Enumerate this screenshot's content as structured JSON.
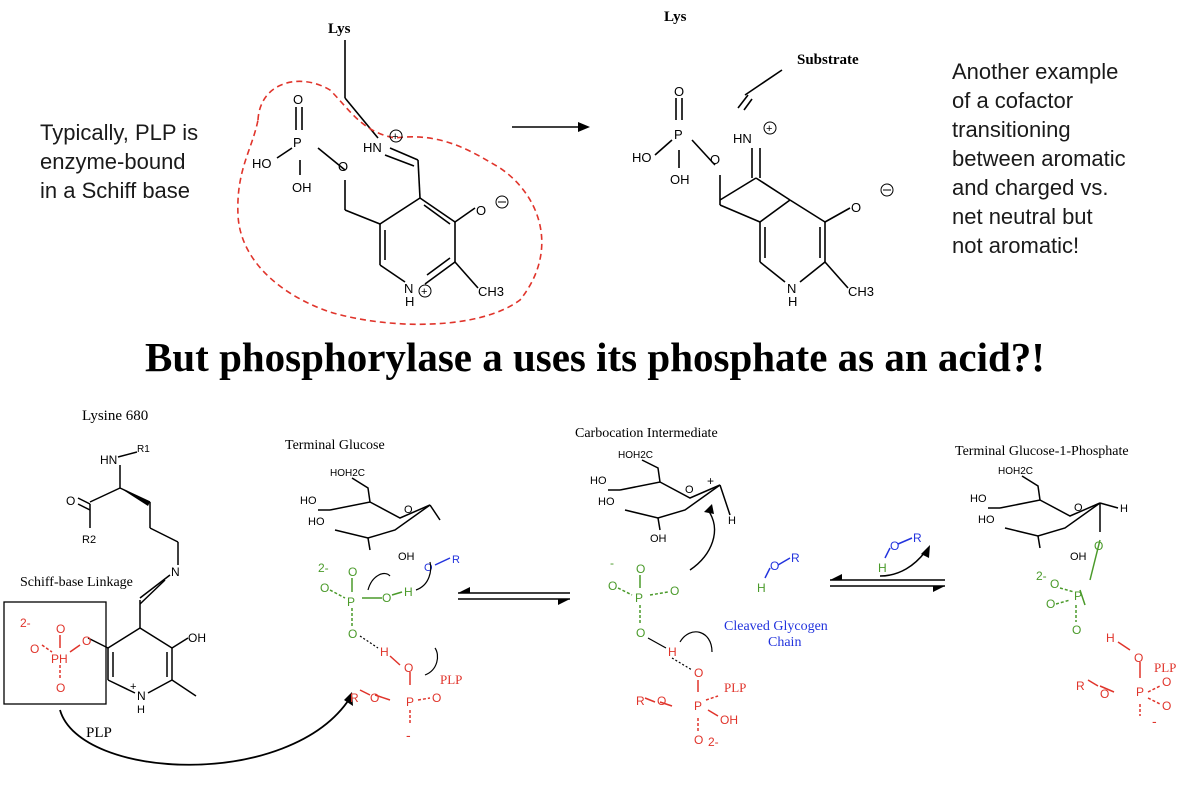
{
  "slide": {
    "left_note": [
      "Typically, PLP is",
      "enzyme-bound",
      "in a Schiff base"
    ],
    "right_note": [
      "Another example",
      "of a cofactor",
      "transitioning",
      "between aromatic",
      "and charged vs.",
      "net neutral but",
      "not aromatic!"
    ],
    "headline": "But phosphorylase a uses its phosphate as an acid?!"
  },
  "top_scheme": {
    "lys_left": "Lys",
    "lys_right": "Lys",
    "substrate": "Substrate",
    "atoms": {
      "O": "O",
      "P": "P",
      "HO": "HO",
      "OH": "OH",
      "HN": "HN",
      "H": "H",
      "N": "N",
      "CH3": "CH3"
    }
  },
  "bottom_scheme": {
    "lysine": "Lysine 680",
    "schiff": "Schiff-base Linkage",
    "plp_main": "PLP",
    "terminal_glucose": "Terminal Glucose",
    "carbocation": "Carbocation Intermediate",
    "product": "Terminal Glucose-1-Phosphate",
    "cleaved": [
      "Cleaved Glycogen",
      "Chain"
    ],
    "plp_small": "PLP",
    "atoms": {
      "R": "R",
      "R1": "R1",
      "R2": "R2",
      "HN": "HN",
      "O": "O",
      "N": "N",
      "OH": "OH",
      "PH": "PH",
      "H": "H",
      "P": "P",
      "HOH2C": "HOH2C",
      "HO": "HO",
      "plus": "+",
      "minus": "-",
      "two_minus": "2-"
    }
  },
  "colors": {
    "ink": "#000000",
    "circle": "#e0342b",
    "green": "#4a9a2a",
    "red": "#e0342b",
    "blue": "#2233dd"
  }
}
